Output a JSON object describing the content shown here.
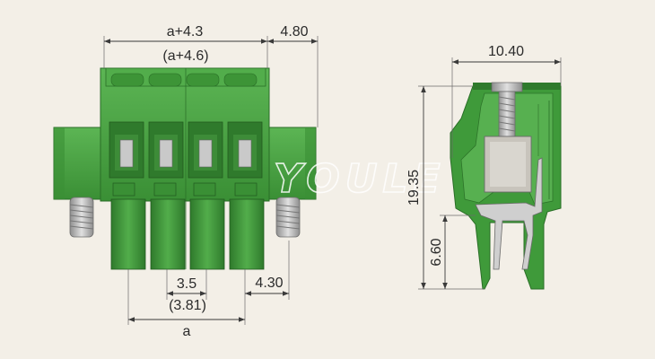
{
  "dimensions": {
    "front_width": "a+4.3",
    "front_width_alt": "(a+4.6)",
    "flange_offset": "4.80",
    "pitch": "3.5",
    "pitch_alt": "(3.81)",
    "edge_offset": "4.30",
    "span": "a",
    "side_width": "10.40",
    "side_height": "19.35",
    "pin_length": "6.60"
  },
  "watermark": "YOULE",
  "colors": {
    "background": "#f3efe7",
    "body_green": "#3f9a3a",
    "body_dark": "#2f7a2c",
    "body_light": "#5cb554",
    "metal": "#b9b9b9"
  }
}
